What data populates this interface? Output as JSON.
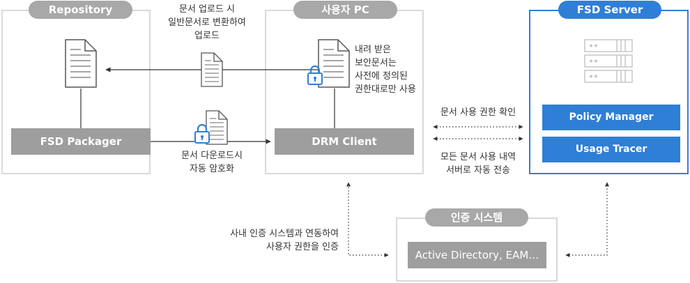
{
  "repository": {
    "title": "Repository",
    "packager": "FSD Packager"
  },
  "user_pc": {
    "title": "사용자 PC",
    "client": "DRM Client"
  },
  "fsd_server": {
    "title": "FSD Server",
    "policy_manager": "Policy Manager",
    "usage_tracer": "Usage Tracer"
  },
  "auth_system": {
    "title": "인증 시스템",
    "directory": "Active Directory, EAM…"
  },
  "labels": {
    "upload": "문서 업로드 시\n일반문서로 변환하여\n업로드",
    "download": "문서 다운로드시\n자동 암호화",
    "received": "내려 받은\n보안문서는\n사전에 정의된\n권한대로만 사용",
    "check_permission": "문서 사용 권한 확인",
    "transfer_history": "모든 문서 사용 내역\n서버로 자동 전송",
    "auth_link": "사내 인증 시스템과 연동하여\n사용자 권한을 인증"
  },
  "colors": {
    "blue": "#2f7fd6",
    "gray_box": "#9e9e9e",
    "tab_gray": "#a8a8a8",
    "border": "#d9d9d9"
  }
}
